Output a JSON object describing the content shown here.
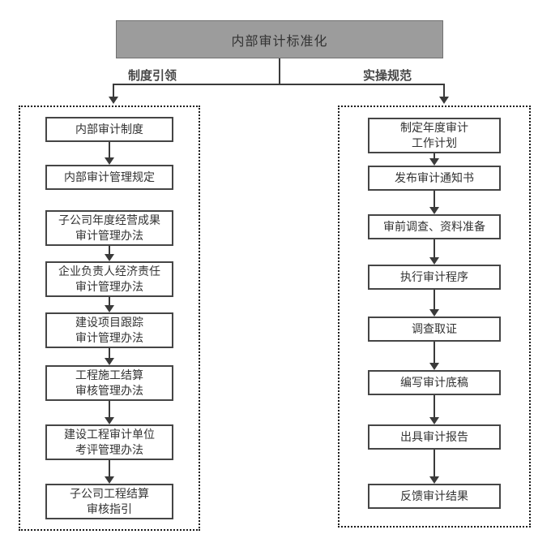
{
  "title": "内部审计标准化",
  "branches": {
    "left_label": "制度引领",
    "right_label": "实操规范"
  },
  "left_column": {
    "boxes": [
      "内部审计制度",
      "内部审计管理规定",
      "子公司年度经营成果\n审计管理办法",
      "企业负责人经济责任\n审计管理办法",
      "建设项目跟踪\n审计管理办法",
      "工程施工结算\n审核管理办法",
      "建设工程审计单位\n考评管理办法",
      "子公司工程结算\n审核指引"
    ]
  },
  "right_column": {
    "boxes": [
      "制定年度审计\n工作计划",
      "发布审计通知书",
      "审前调查、资料准备",
      "执行审计程序",
      "调查取证",
      "编写审计底稿",
      "出具审计报告",
      "反馈审计结果"
    ]
  },
  "colors": {
    "title_bg": "#9c9c9c",
    "title_border": "#717171",
    "line": "#3a3a3a",
    "box_border": "#454545",
    "panel_border": "#1b1b1b",
    "text": "#333333",
    "background": "#ffffff"
  }
}
